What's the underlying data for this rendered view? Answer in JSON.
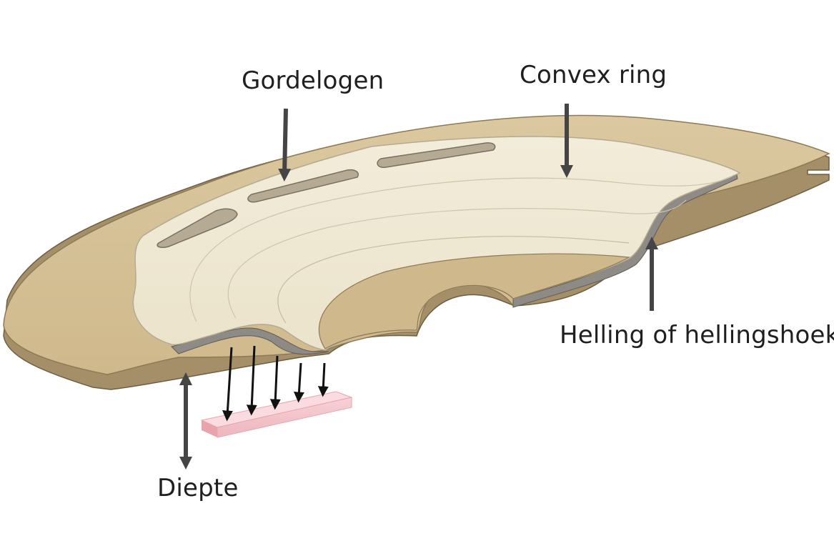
{
  "labels": {
    "belt_loops": "Gordelogen",
    "convex_ring": "Convex ring",
    "slope": "Helling of hellingshoek",
    "depth": "Diepte"
  },
  "colors": {
    "flange_top": "#d3be93",
    "flange_edge": "#a48f68",
    "convex_top": "#efe8d4",
    "wall_gray": "#8e8a86",
    "pressure_block": "#f4c6cc",
    "arrow": "#454545",
    "text": "#1f1f1f"
  }
}
